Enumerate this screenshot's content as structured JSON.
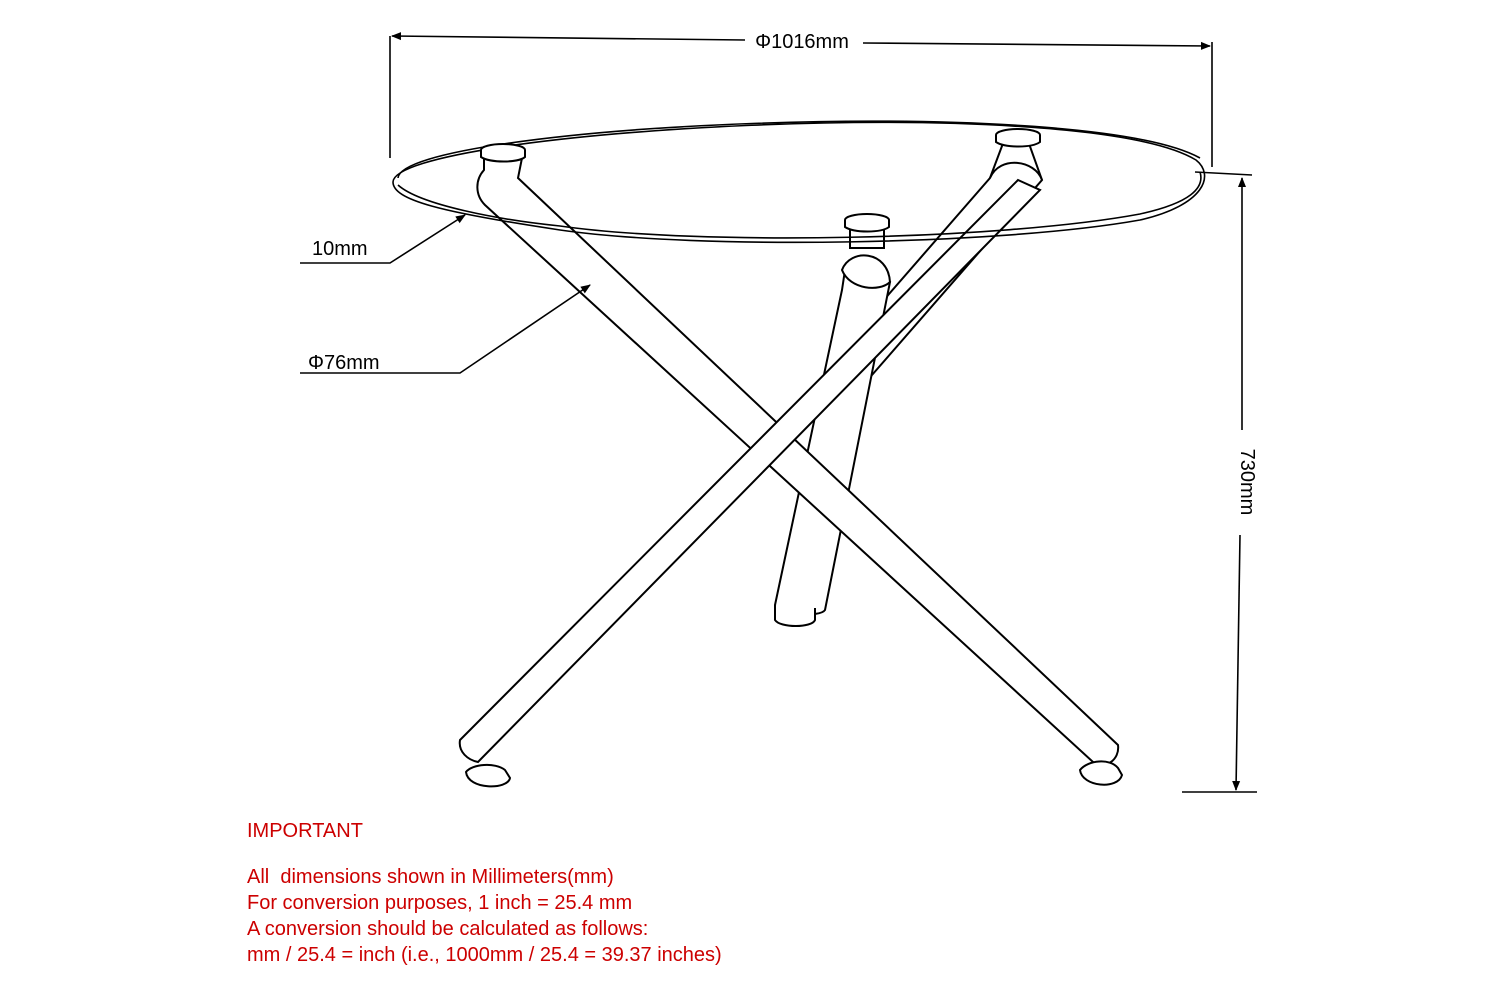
{
  "dimensions": {
    "diameter": "Φ1016mm",
    "glass_thickness": "10mm",
    "leg_diameter": "Φ76mm",
    "height": "730mm"
  },
  "notes": {
    "heading": "IMPORTANT",
    "lines": [
      "All  dimensions shown in Millimeters(mm)",
      "For conversion purposes, 1 inch = 25.4 mm",
      "A conversion should be calculated as follows:",
      "mm / 25.4 = inch (i.e., 1000mm / 25.4 = 39.37 inches)"
    ]
  },
  "colors": {
    "note_text": "#cc0000",
    "drawing_line": "#000000"
  }
}
